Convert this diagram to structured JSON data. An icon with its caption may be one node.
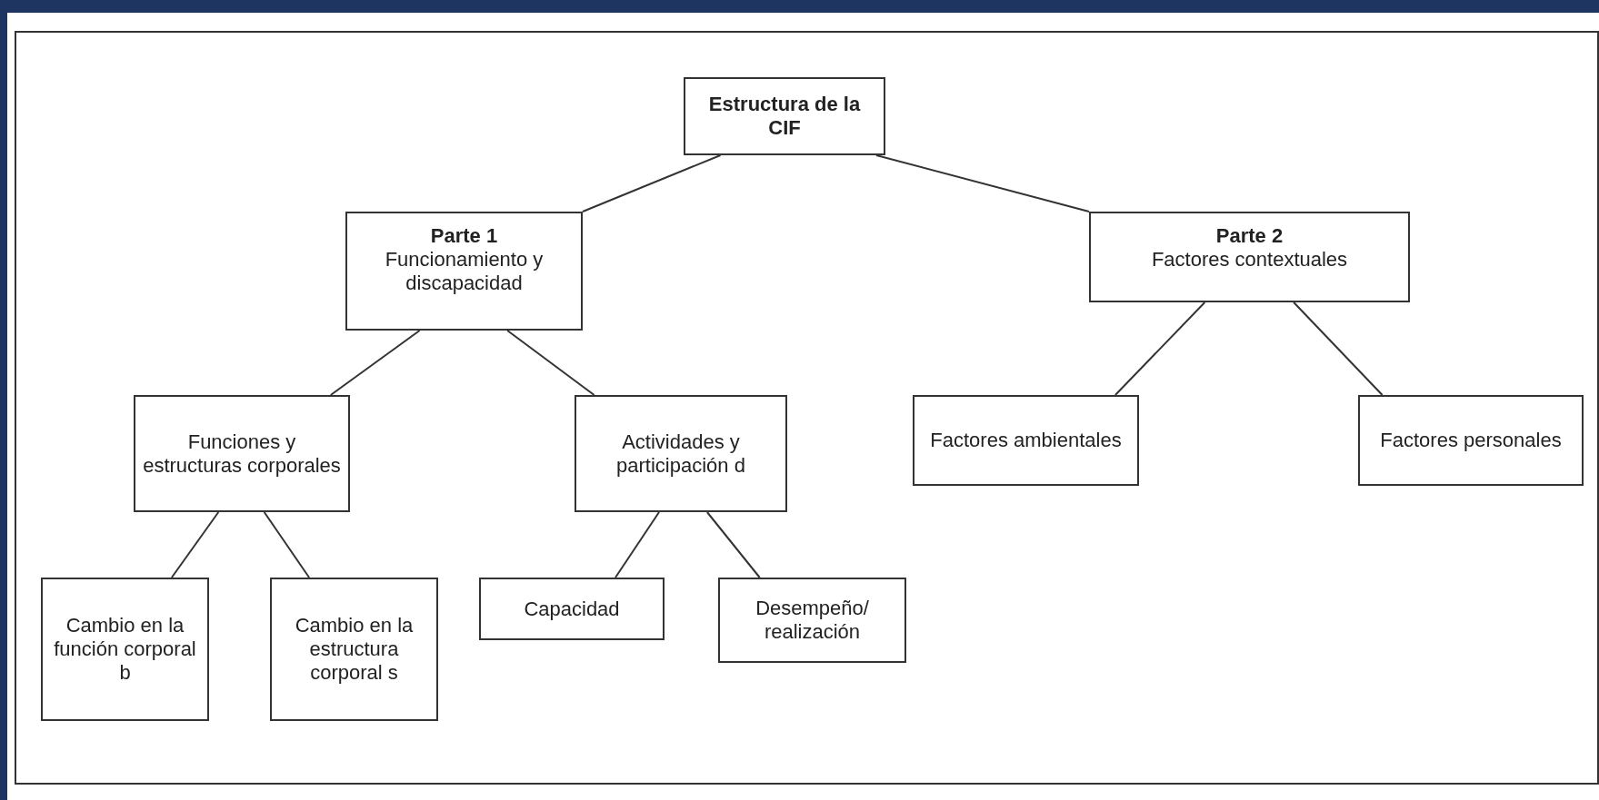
{
  "diagram": {
    "nodes": [
      {
        "text": [
          "Estructura de la CIF"
        ]
      },
      {
        "text": [
          "Parte 1",
          "Funcionamiento y discapacidad"
        ]
      },
      {
        "text": [
          "Parte 2",
          "Factores contextuales"
        ]
      },
      {
        "text": [
          "Funciones y estructuras corporales"
        ]
      },
      {
        "text": [
          "Actividades y participación d"
        ]
      },
      {
        "text": [
          "Factores ambientales"
        ]
      },
      {
        "text": [
          "Factores personales"
        ]
      },
      {
        "text": [
          "Cambio en la función corporal b"
        ]
      },
      {
        "text": [
          "Cambio en la estructura corporal s"
        ]
      },
      {
        "text": [
          "Capacidad"
        ]
      },
      {
        "text": [
          "Desempeño/ realización"
        ]
      }
    ],
    "edges": [
      {
        "from": 0,
        "to": 1,
        "arrow": "none"
      },
      {
        "from": 0,
        "to": 2,
        "arrow": "none"
      },
      {
        "from": 1,
        "to": 3,
        "arrow": "none"
      },
      {
        "from": 1,
        "to": 4,
        "arrow": "none"
      },
      {
        "from": 2,
        "to": 5,
        "arrow": "none"
      },
      {
        "from": 2,
        "to": 6,
        "arrow": "none"
      },
      {
        "from": 3,
        "to": 7,
        "arrow": "none"
      },
      {
        "from": 3,
        "to": 8,
        "arrow": "none"
      },
      {
        "from": 4,
        "to": 9,
        "arrow": "none"
      },
      {
        "from": 4,
        "to": 10,
        "arrow": "none"
      }
    ]
  }
}
